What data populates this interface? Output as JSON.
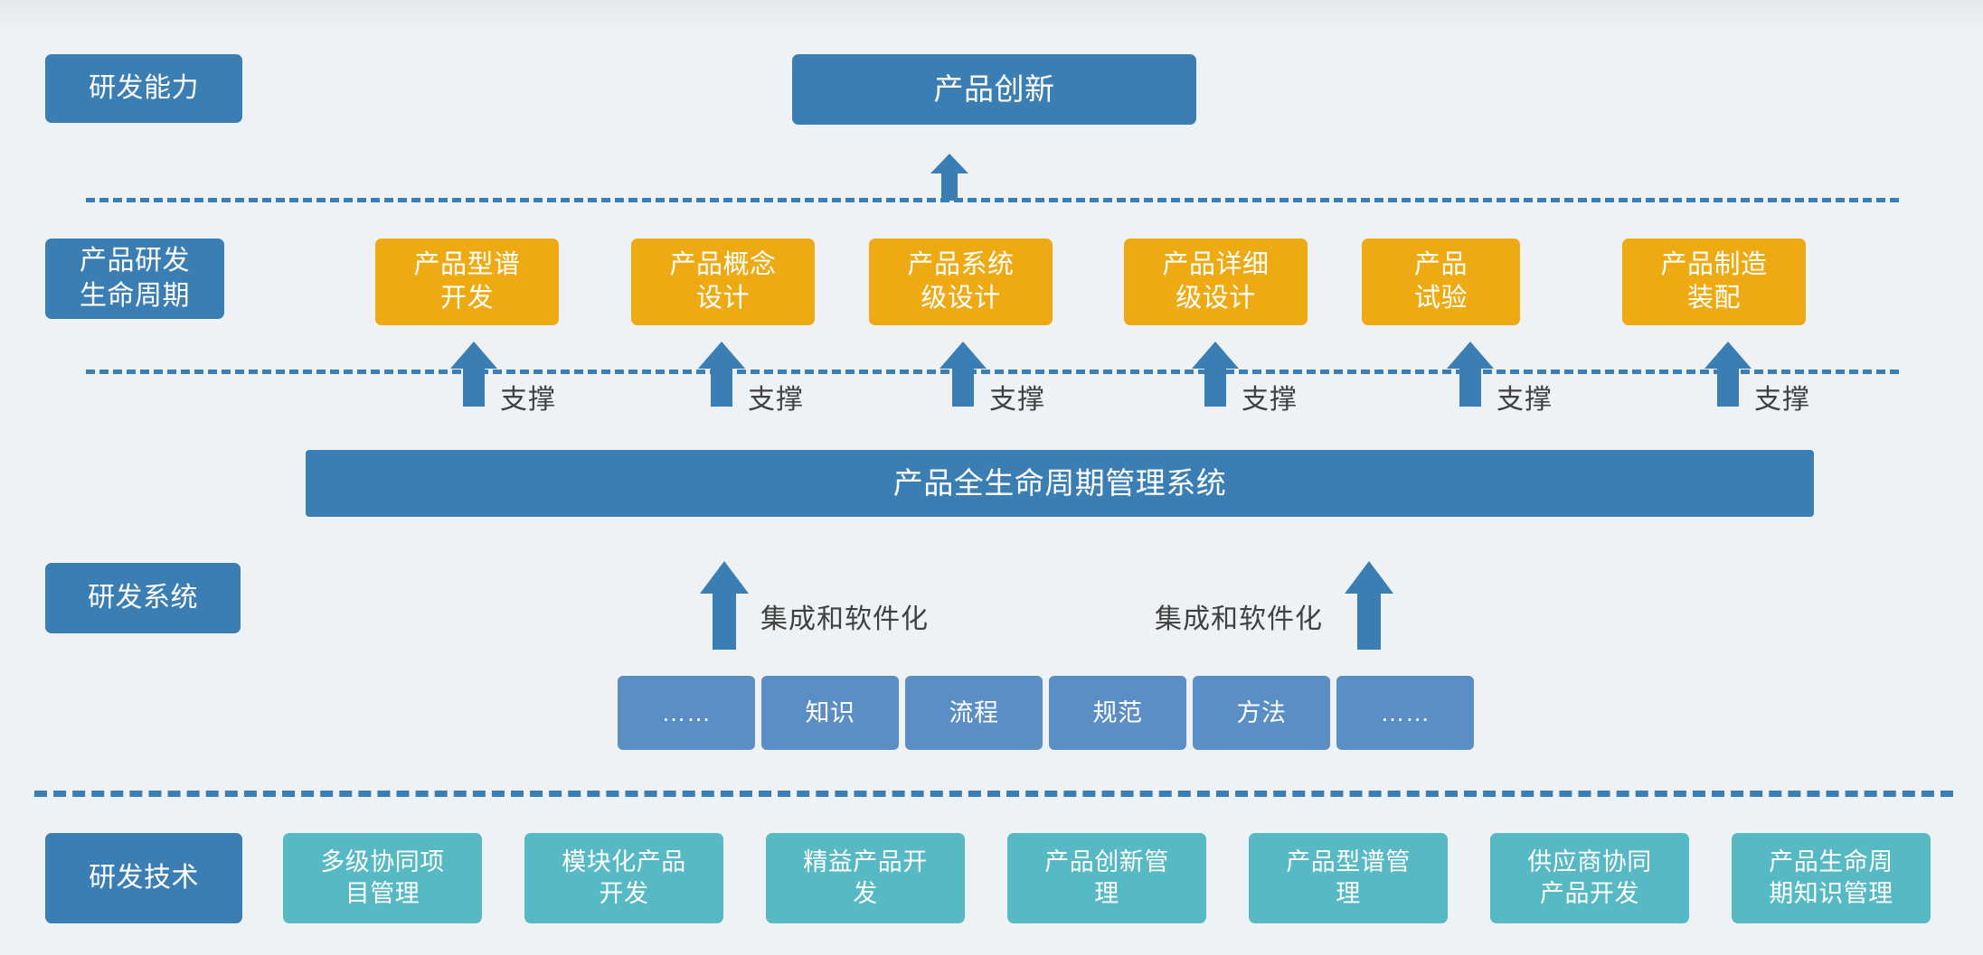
{
  "diagram": {
    "title_hero": "产品创新",
    "lanes": [
      {
        "key": "capability",
        "label": "研发能力"
      },
      {
        "key": "lifecycle",
        "label": "产品研发\n生命周期"
      },
      {
        "key": "system",
        "label": "研发系统"
      },
      {
        "key": "technology",
        "label": "研发技术"
      }
    ],
    "stages": [
      {
        "label": "产品型谱\n开发"
      },
      {
        "label": "产品概念\n设计"
      },
      {
        "label": "产品系统\n级设计"
      },
      {
        "label": "产品详细\n级设计"
      },
      {
        "label": "产品\n试验"
      },
      {
        "label": "产品制造\n装配"
      }
    ],
    "support_caption": "支撑",
    "support_captions": [
      "支撑",
      "支撑",
      "支撑",
      "支撑",
      "支撑",
      "支撑"
    ],
    "plm_bar": "产品全生命周期管理系统",
    "integration_captions": [
      "集成和软件化",
      "集成和软件化"
    ],
    "knowledge_chips": [
      {
        "label": "……"
      },
      {
        "label": "知识"
      },
      {
        "label": "流程"
      },
      {
        "label": "规范"
      },
      {
        "label": "方法"
      },
      {
        "label": "……"
      }
    ],
    "technologies": [
      {
        "label": "多级协同项\n目管理"
      },
      {
        "label": "模块化产品\n开发"
      },
      {
        "label": "精益产品开\n发"
      },
      {
        "label": "产品创新管\n理"
      },
      {
        "label": "产品型谱管\n理"
      },
      {
        "label": "供应商协同\n产品开发"
      },
      {
        "label": "产品生命周\n期知识管理"
      }
    ],
    "colors": {
      "blue": "#3b7eb3",
      "blue_soft": "#5b8ec4",
      "yellow": "#edaa13",
      "teal": "#56b9c3",
      "background": "#eef2f5",
      "caption_text": "#404040"
    }
  }
}
